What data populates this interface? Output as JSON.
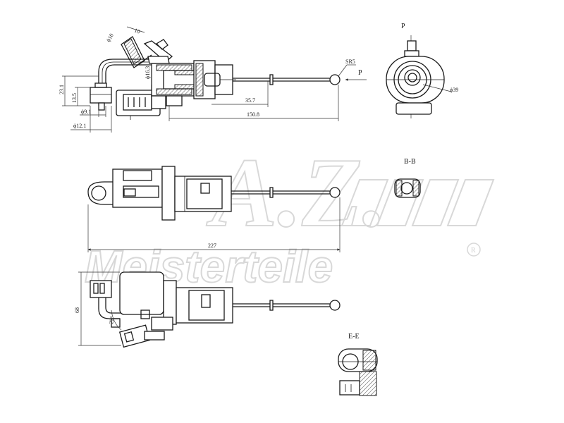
{
  "watermark": {
    "brand": "Meisterteile",
    "mark": "A.Z.",
    "registered": "R"
  },
  "views": {
    "p_label": "P",
    "bb_label": "B-B",
    "ee_label": "E-E"
  },
  "dimensions": {
    "d10": "ϕ10",
    "d10b": "10",
    "d16": "ϕ16.3",
    "sr": "SR5",
    "arrow_p": "P",
    "h231": "23.1",
    "h135": "13.5",
    "d91": "ϕ9.1",
    "d121": "ϕ12.1",
    "l357": "35.7",
    "l1508": "150.8",
    "d39": "ϕ39",
    "l227": "227",
    "h68": "68",
    "ang": "22°"
  }
}
